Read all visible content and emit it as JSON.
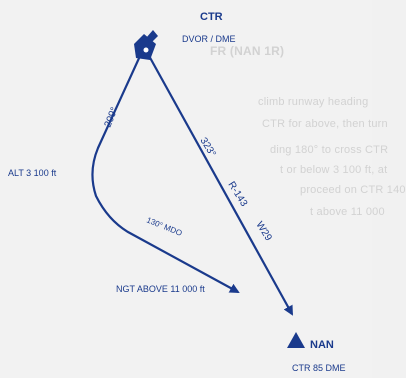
{
  "station": {
    "name": "CTR",
    "type": "DVOR / DME"
  },
  "altitude": "ALT 3 100 ft",
  "radials": {
    "outbound": "209°",
    "inbound": "323°",
    "turn": "130° MDO",
    "r": "R-143",
    "w": "W29"
  },
  "restriction": "NGT ABOVE 11 000 ft",
  "fix": {
    "name": "NAN",
    "dme": "CTR 85 DME"
  },
  "background_text": [
    "FR (NAN 1R)",
    "climb runway heading",
    "CTR for above, then turn",
    "ding 180° to cross CTR",
    "t or below 3 100 ft, at",
    "proceed on CTR 140",
    "t above 11 000"
  ],
  "colors": {
    "ink": "#1a3a8c",
    "faded": "#d2d2d2",
    "background": "#f2f2f2"
  }
}
